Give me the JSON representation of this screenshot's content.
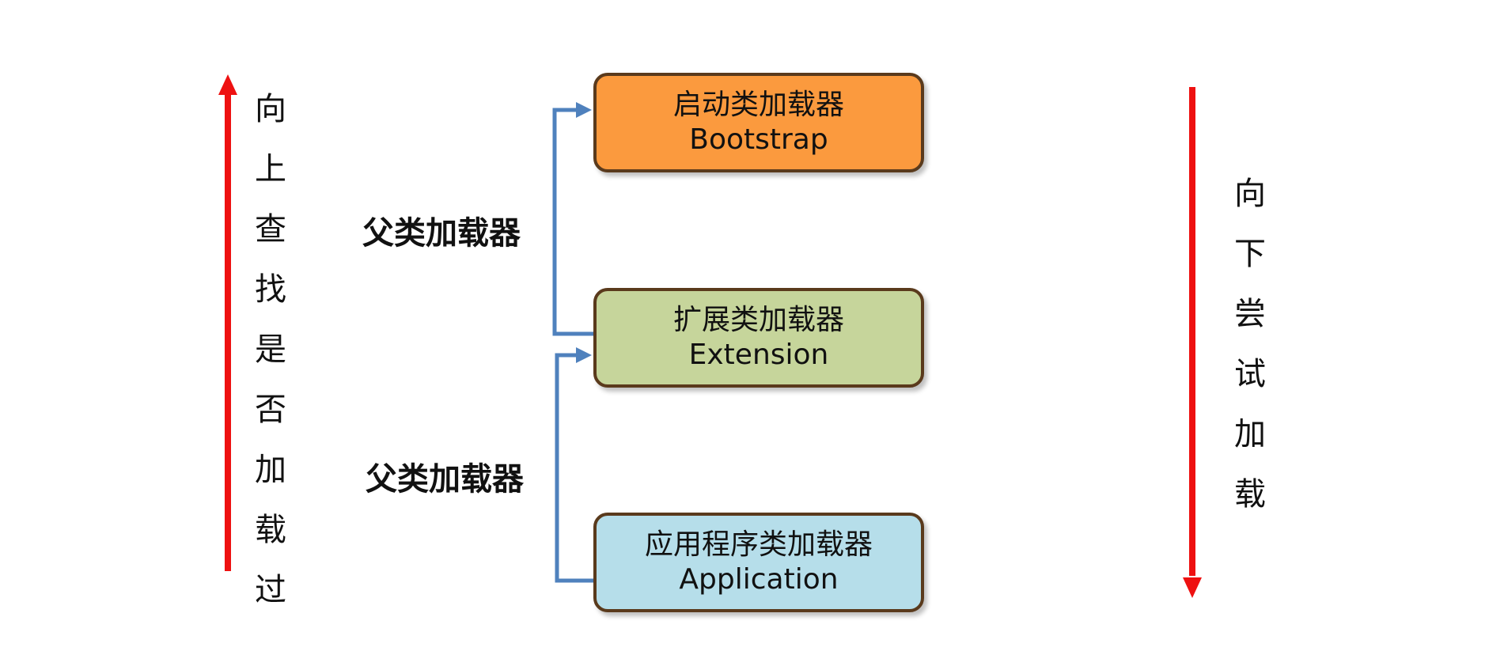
{
  "left_column": {
    "chars": [
      "向",
      "上",
      "查",
      "找",
      "是",
      "否",
      "加",
      "载",
      "过"
    ],
    "arrow_direction": "up",
    "arrow_color": "#ee1111"
  },
  "right_column": {
    "chars": [
      "向",
      "下",
      "尝",
      "试",
      "加",
      "载"
    ],
    "arrow_direction": "down",
    "arrow_color": "#ee1111"
  },
  "boxes": [
    {
      "line1": "启动类加载器",
      "line2": "Bootstrap",
      "fill": "#fb9a3e"
    },
    {
      "line1": "扩展类加载器",
      "line2": "Extension",
      "fill": "#c6d59b"
    },
    {
      "line1": "应用程序类加载器",
      "line2": "Application",
      "fill": "#b6deea"
    }
  ],
  "parent_labels": [
    {
      "text": "父类加载器"
    },
    {
      "text": "父类加载器"
    }
  ],
  "connector_color": "#4f81bd"
}
